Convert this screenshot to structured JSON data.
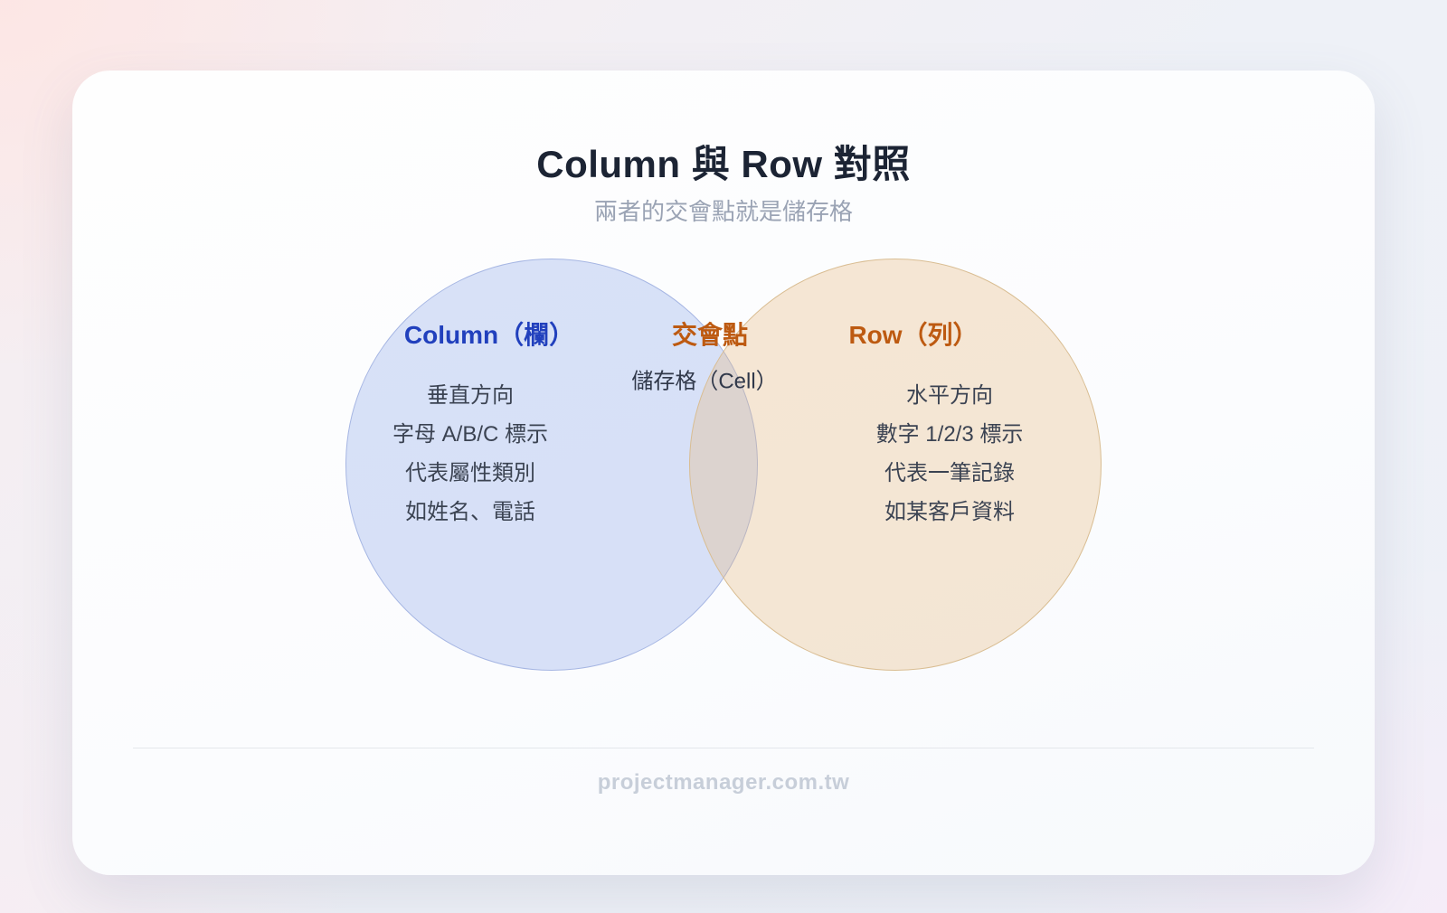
{
  "header": {
    "title": "Column 與 Row 對照",
    "subtitle": "兩者的交會點就是儲存格"
  },
  "venn": {
    "left": {
      "label": "Column（欄）",
      "accent_color": "#2140bd",
      "fill_color": "#d8e1f7",
      "border_color": "#a6b6e3",
      "items": [
        "垂直方向",
        "字母 A/B/C 標示",
        "代表屬性類別",
        "如姓名、電話"
      ]
    },
    "right": {
      "label": "Row（列）",
      "accent_color": "#bd5a11",
      "fill_color": "#f7ead8",
      "border_color": "#d9bd92",
      "items": [
        "水平方向",
        "數字 1/2/3 標示",
        "代表一筆記錄",
        "如某客戶資料"
      ]
    },
    "intersection": {
      "label": "交會點",
      "value": "儲存格（Cell）",
      "accent_color": "#bd5a11"
    }
  },
  "footer": {
    "text": "projectmanager.com.tw"
  }
}
